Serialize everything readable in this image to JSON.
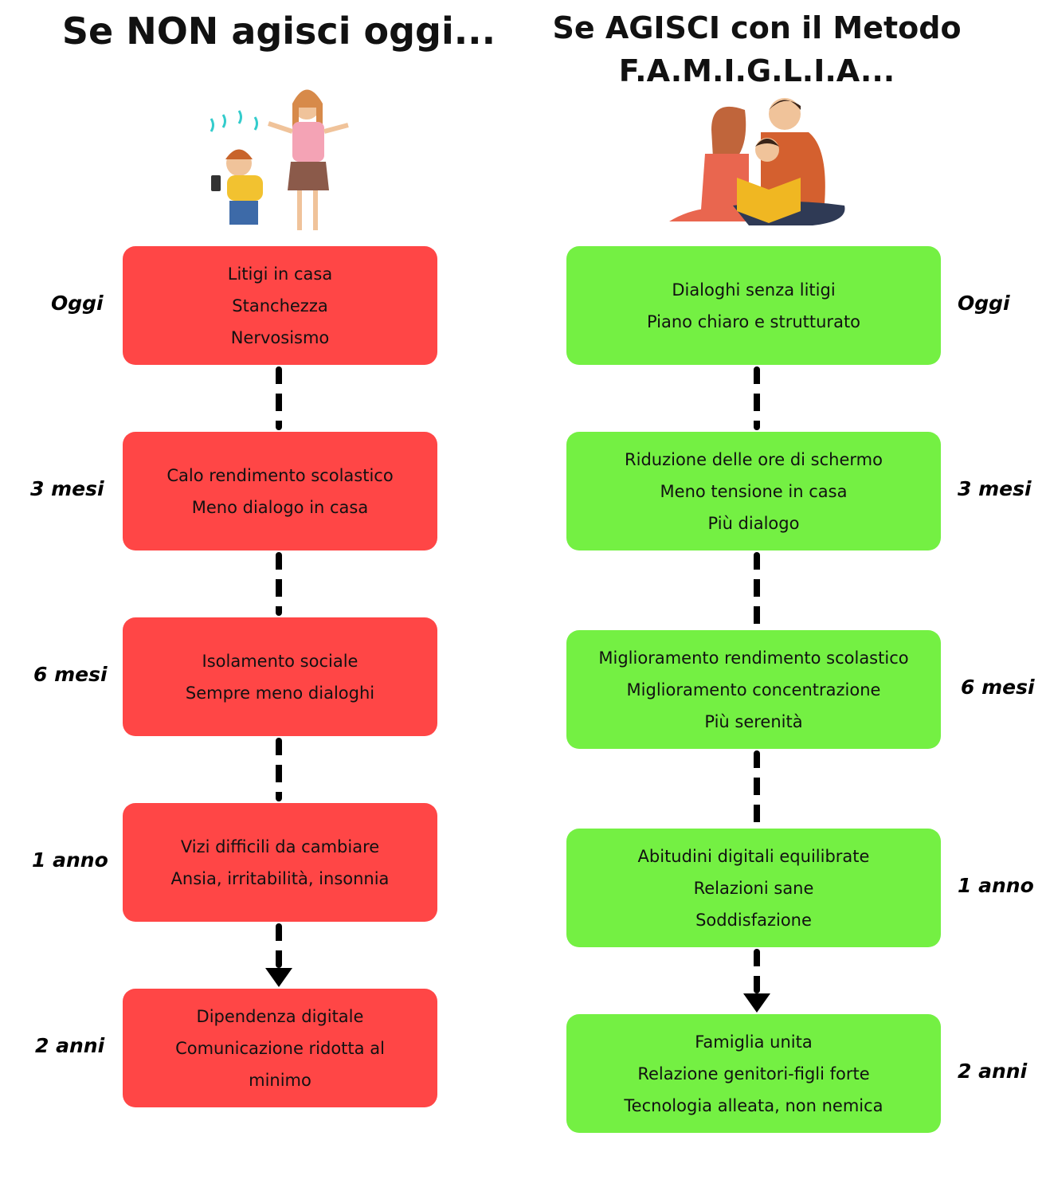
{
  "colors": {
    "negative": "#FF4646",
    "positive": "#74F043"
  },
  "left": {
    "title": "Se NON agisci oggi...",
    "steps": [
      {
        "label": "Oggi",
        "lines": [
          "Litigi in casa",
          "Stanchezza",
          "Nervosismo"
        ]
      },
      {
        "label": "3 mesi",
        "lines": [
          "Calo rendimento scolastico",
          "Meno dialogo in casa"
        ]
      },
      {
        "label": "6 mesi",
        "lines": [
          "Isolamento sociale",
          "Sempre meno dialoghi"
        ]
      },
      {
        "label": "1 anno",
        "lines": [
          "Vizi difficili da cambiare",
          "Ansia, irritabilità, insonnia"
        ]
      },
      {
        "label": "2 anni",
        "lines": [
          "Dipendenza digitale",
          "Comunicazione ridotta al",
          "minimo"
        ]
      }
    ]
  },
  "right": {
    "title": "Se AGISCI con il Metodo F.A.M.I.G.L.I.A...",
    "steps": [
      {
        "label": "Oggi",
        "lines": [
          "Dialoghi senza litigi",
          "Piano chiaro e strutturato"
        ]
      },
      {
        "label": "3 mesi",
        "lines": [
          "Riduzione delle ore di schermo",
          "Meno tensione in casa",
          "Più dialogo"
        ]
      },
      {
        "label": "6 mesi",
        "lines": [
          "Miglioramento rendimento scolastico",
          "Miglioramento concentrazione",
          "Più serenità"
        ]
      },
      {
        "label": "1 anno",
        "lines": [
          "Abitudini digitali equilibrate",
          "Relazioni sane",
          "Soddisfazione"
        ]
      },
      {
        "label": "2 anni",
        "lines": [
          "Famiglia unita",
          "Relazione genitori-figli forte",
          "Tecnologia alleata, non nemica"
        ]
      }
    ]
  }
}
